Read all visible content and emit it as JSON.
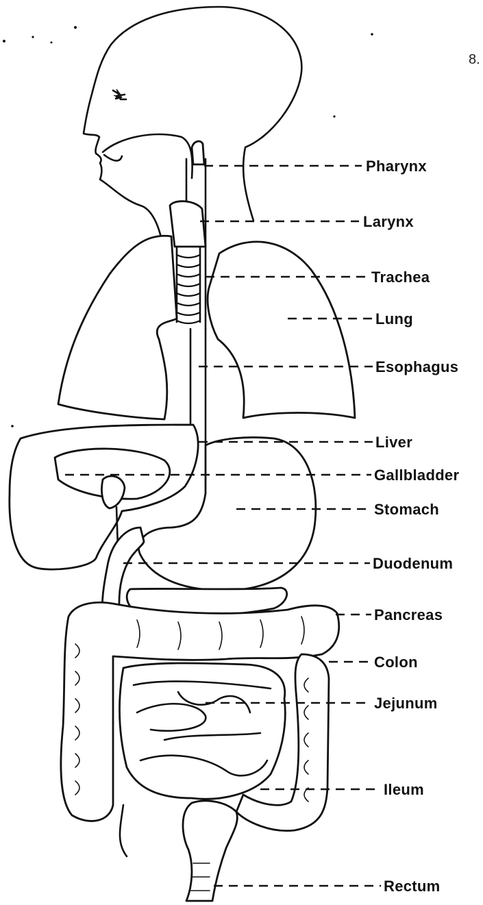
{
  "page_number": "8.",
  "labels": [
    {
      "text": "Pharynx"
    },
    {
      "text": "Larynx"
    },
    {
      "text": "Trachea"
    },
    {
      "text": "Lung"
    },
    {
      "text": "Esophagus"
    },
    {
      "text": "Liver"
    },
    {
      "text": "Gallbladder"
    },
    {
      "text": "Stomach"
    },
    {
      "text": "Duodenum"
    },
    {
      "text": "Pancreas"
    },
    {
      "text": "Colon"
    },
    {
      "text": "Jejunum"
    },
    {
      "text": "Ileum"
    },
    {
      "text": "Rectum"
    }
  ]
}
